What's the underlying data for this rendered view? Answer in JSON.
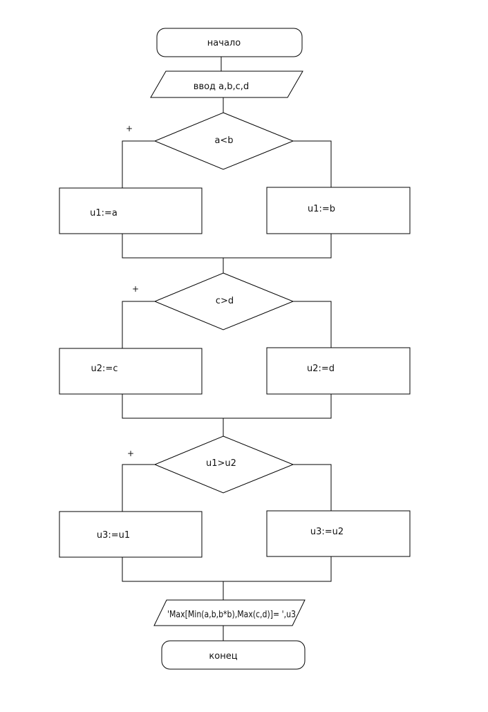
{
  "flowchart": {
    "start": "начало",
    "input": "ввод a,b,c,d",
    "decisions": [
      {
        "condition": "a<b",
        "true_mark": "+",
        "yes_action": "u1:=a",
        "no_action": "u1:=b"
      },
      {
        "condition": "c>d",
        "true_mark": "+",
        "yes_action": "u2:=c",
        "no_action": "u2:=d"
      },
      {
        "condition": "u1>u2",
        "true_mark": "+",
        "yes_action": "u3:=u1",
        "no_action": "u3:=u2"
      }
    ],
    "output": "'Max[Min(a,b,b*b),Max(c,d)]= ',u3",
    "end": "конец"
  }
}
